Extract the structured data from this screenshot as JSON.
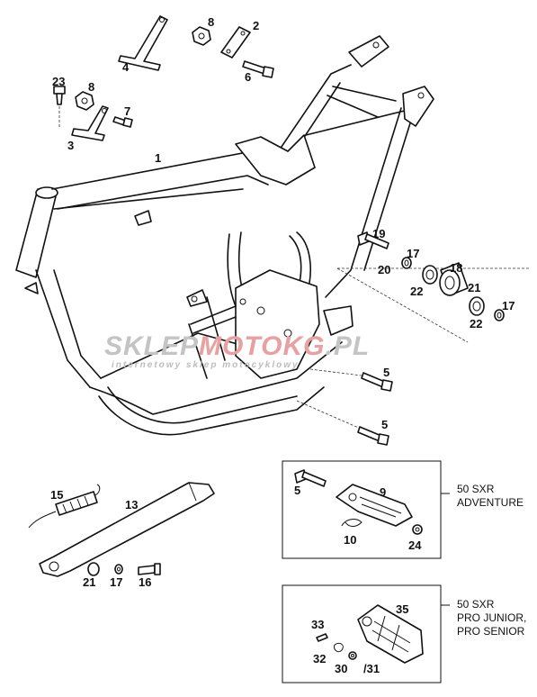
{
  "labels": {
    "l1": "1",
    "l2": "2",
    "l3": "3",
    "l4": "4",
    "l5a": "5",
    "l5b": "5",
    "l5c": "5",
    "l6": "6",
    "l7": "7",
    "l8a": "8",
    "l8b": "8",
    "l9": "9",
    "l10": "10",
    "l13": "13",
    "l15": "15",
    "l16": "16",
    "l17a": "17",
    "l17b": "17",
    "l17c": "17",
    "l18": "18",
    "l19": "19",
    "l20": "20",
    "l21a": "21",
    "l21b": "21",
    "l22a": "22",
    "l22b": "22",
    "l23": "23",
    "l24": "24",
    "l30": "30",
    "l31": "/31",
    "l32": "32",
    "l33": "33",
    "l35": "35"
  },
  "boxes": {
    "adventure": {
      "line1": "50 SXR",
      "line2": "ADVENTURE"
    },
    "pro": {
      "line1": "50 SXR",
      "line2": "PRO JUNIOR,",
      "line3": "PRO SENIOR"
    }
  },
  "watermark": {
    "part1": "SKLEP",
    "part2": "MOTO",
    "part3": "KG",
    "part4": ".PL",
    "tagline": "internetowy sklep motocyklowy",
    "colors": {
      "grey": "#c4c4c4",
      "red": "#e8a0a0"
    }
  }
}
